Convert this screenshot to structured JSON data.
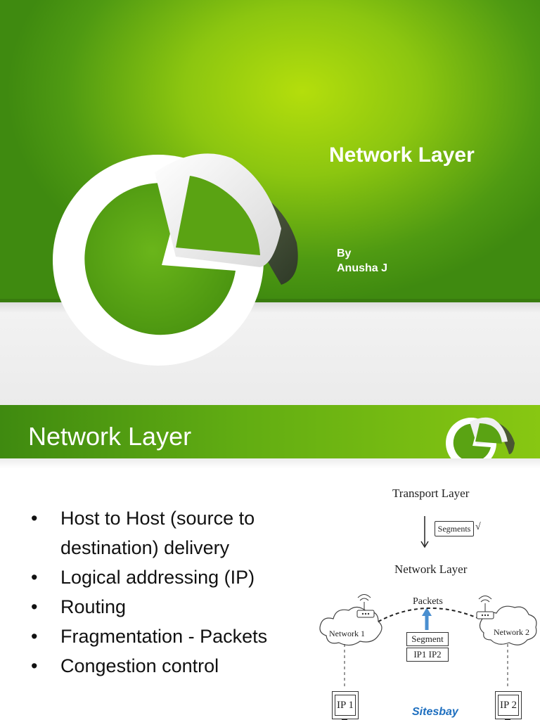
{
  "slide1": {
    "title": "Network Layer",
    "byline": [
      "By",
      "Anusha J"
    ]
  },
  "slide2": {
    "title": "Network Layer",
    "bullets": [
      "Host to Host (source to destination) delivery",
      "Logical addressing (IP)",
      "Routing",
      "Fragmentation - Packets",
      "Congestion control"
    ],
    "bullet_glyph": "•",
    "diagram": {
      "transport_layer": "Transport Layer",
      "segments": "Segments",
      "check_mark": "√",
      "network_layer": "Network Layer",
      "packets": "Packets",
      "segment": "Segment",
      "ip_pair": "IP1  IP2",
      "network1": "Network 1",
      "network2": "Network 2",
      "ip1": "IP 1",
      "ip2": "IP 2",
      "watermark": "Sitesbay"
    }
  },
  "colors": {
    "green_dark": "#3f8a10",
    "green_light": "#b4de0c",
    "logo_green": "#5aa313",
    "watermark_blue": "#1e6fbf"
  }
}
